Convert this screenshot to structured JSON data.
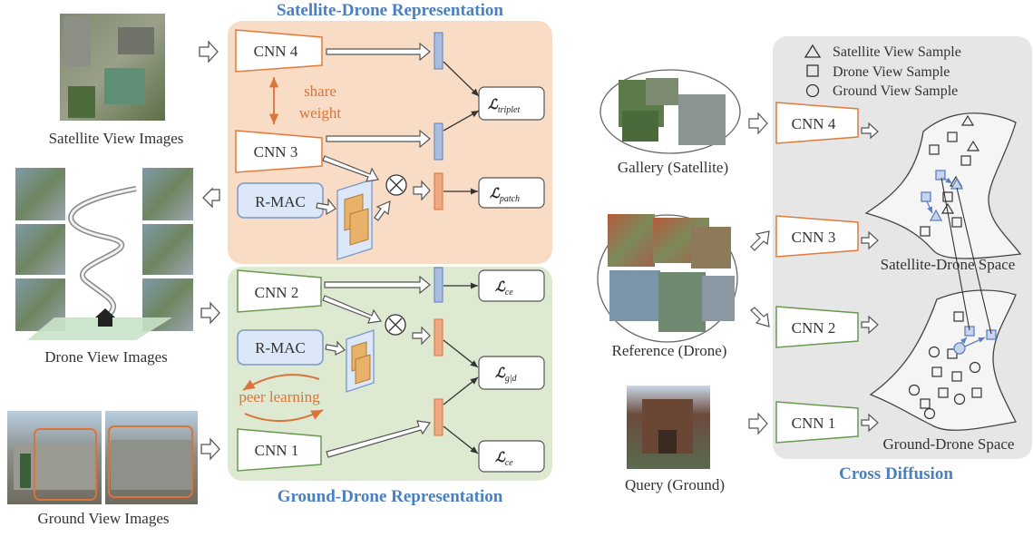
{
  "sections": {
    "satellite_drone_title": "Satellite-Drone Representation",
    "ground_drone_title": "Ground-Drone Representation",
    "cross_diffusion_title": "Cross Diffusion"
  },
  "left_captions": {
    "satellite": "Satellite View Images",
    "drone": "Drone View Images",
    "ground": "Ground View Images"
  },
  "networks": {
    "cnn4": "CNN 4",
    "cnn3": "CNN 3",
    "cnn2": "CNN 2",
    "cnn1": "CNN 1",
    "rmac_top": "R-MAC",
    "rmac_bottom": "R-MAC"
  },
  "annotations": {
    "share_weight_line1": "share",
    "share_weight_line2": "weight",
    "peer_learning": "peer learning"
  },
  "losses": {
    "symbol": "ℒ",
    "triplet": "triplet",
    "patch": "patch",
    "ce_top": "ce",
    "gd": "g|d",
    "ce_bottom": "ce"
  },
  "right_captions": {
    "gallery": "Gallery (Satellite)",
    "reference": "Reference (Drone)",
    "query": "Query (Ground)"
  },
  "legend": {
    "satellite": "Satellite View Sample",
    "drone": "Drone View Sample",
    "ground": "Ground View Sample"
  },
  "spaces": {
    "satellite_drone": "Satellite-Drone Space",
    "ground_drone": "Ground-Drone Space"
  },
  "colors": {
    "orange_panel": "#f9dcc6",
    "green_panel": "#dde9d0",
    "gray_panel": "#e6e6e6",
    "orange_stroke": "#e07b3c",
    "green_stroke": "#6a9a52",
    "blue_title": "#4a7fc1",
    "blue_feature": "#a9bde0",
    "orange_feature": "#f0a882",
    "rmac_fill": "#dce7f7",
    "rmac_stroke": "#7a98c8"
  }
}
